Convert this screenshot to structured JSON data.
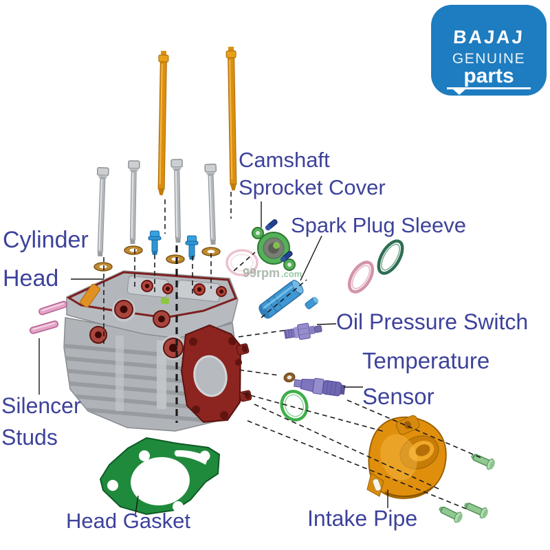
{
  "logo": {
    "brand": "BAJAJ",
    "line1": "GENUINE",
    "line2": "parts",
    "bg_color": "#1e7cc0",
    "text_color": "#ffffff"
  },
  "watermark": {
    "name": "99rpm",
    "tld": ".com"
  },
  "label_color": "#3d429b",
  "labels": {
    "camshaft_line1": "Camshaft",
    "camshaft_line2": "Sprocket Cover",
    "spark_plug": "Spark Plug Sleeve",
    "cylinder_line1": "Cylinder",
    "cylinder_line2": "Head",
    "oil_pressure": "Oil Pressure Switch",
    "temperature_line1": "Temperature",
    "temperature_line2": "Sensor",
    "silencer_line1": "Silencer",
    "silencer_line2": "Studs",
    "head_gasket": "Head Gasket",
    "intake_pipe": "Intake Pipe"
  },
  "parts": [
    {
      "name": "cylinder-studs",
      "color": "#dc8e0e"
    },
    {
      "name": "head-bolts",
      "color": "#bfc1c3"
    },
    {
      "name": "sleeve-bolts",
      "color": "#2e96d2"
    },
    {
      "name": "washers",
      "color": "#c08a30"
    },
    {
      "name": "camshaft-sprocket-cover",
      "color": "#55b059"
    },
    {
      "name": "spark-plug-sleeve",
      "color": "#3f97d3"
    },
    {
      "name": "o-ring-pink",
      "color": "#d294a8"
    },
    {
      "name": "o-ring-teal",
      "color": "#2e6e53"
    },
    {
      "name": "o-ring-green",
      "color": "#3fae4a"
    },
    {
      "name": "oil-pressure-switch",
      "color": "#968ecc"
    },
    {
      "name": "temperature-sensor",
      "color": "#7d75bd"
    },
    {
      "name": "silencer-studs",
      "color": "#e4a4c6"
    },
    {
      "name": "cylinder-head",
      "color": "#b7bbbf"
    },
    {
      "name": "head-gasket",
      "color": "#1f8a3c"
    },
    {
      "name": "intake-pipe",
      "color": "#e08f0c"
    },
    {
      "name": "intake-bolts",
      "color": "#90c892"
    }
  ]
}
